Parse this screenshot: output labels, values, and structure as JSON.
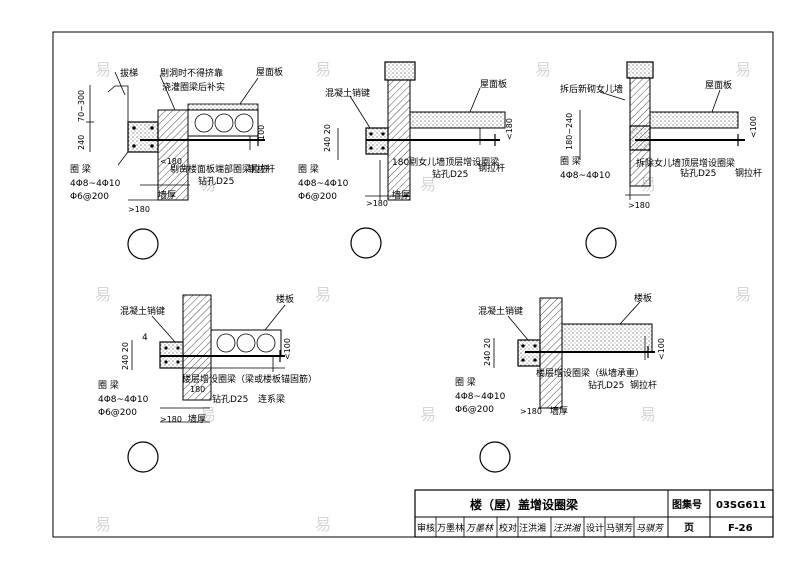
{
  "watermark": "易",
  "details": {
    "d1": {
      "top_steel": "拔梯",
      "note1": "剔洞时不得挤靠",
      "note2": "浇灌圈梁后补实",
      "slab": "屋面板",
      "dim_h": "70~300",
      "dim_240": "240",
      "dim_100": "100",
      "dim_180": ">180",
      "ring_beam": "圈  梁",
      "bars": "4Φ8~4Φ10",
      "stirrups": "Φ6@200",
      "hole_dim": "<180",
      "note3": "剔凿楼面板端部圈梁拉杆",
      "bolt": "钻孔D25",
      "tie": "钢拉杆",
      "wall_dim": ">180",
      "wall": "墙厚"
    },
    "d2": {
      "parapet_top": "混凝土销键",
      "slab": "屋面板",
      "dim_240": "240  20",
      "dim_100": "<180",
      "note": "180剔女儿墙顶层增设圈梁",
      "bolt": "钻孔D25",
      "tie": "钢拉杆",
      "ring_beam": "圈  梁",
      "bars": "4Φ8~4Φ10",
      "stirrups": "Φ6@200",
      "dim_180": ">180",
      "wall": "墙厚"
    },
    "d3": {
      "parapet": "拆后新砌女儿墙",
      "slab": "屋面板",
      "dim_240": "180~240",
      "dim_100": "<100",
      "ring_beam": "圈  梁",
      "bars": "4Φ8~4Φ10",
      "note": "拆除女儿墙顶层增设圈梁",
      "bolt": "钻孔D25",
      "tie": "钢拉杆",
      "dim_180": ">180"
    },
    "d4": {
      "key": "混凝土销键",
      "slab": "楼板",
      "dim_4": "4",
      "dim_240": "240  20",
      "dim_100": "<100",
      "ring_beam": "圈  梁",
      "bars": "4Φ8~4Φ10",
      "stirrups": "Φ6@200",
      "note": "楼层增设圈梁（梁或楼板锚固筋）",
      "hole": "180",
      "bolt": "钻孔D25",
      "beam": "连系梁",
      "dim_180": ">180",
      "wall": "墙厚"
    },
    "d5": {
      "key": "混凝土销键",
      "slab": "楼板",
      "dim_240": "240  20",
      "dim_100": "<100",
      "ring_beam": "圈  梁",
      "bars": "4Φ8~4Φ10",
      "stirrups": "Φ6@200",
      "note": "楼层增设圈梁（纵墙承重）",
      "bolt": "钻孔D25",
      "tie": "钢拉杆",
      "dim_180": ">180",
      "wall": "墙厚"
    }
  },
  "title_block": {
    "title": "楼（屋）盖增设圈梁",
    "atlas_label": "图集号",
    "atlas_no": "03SG611",
    "review_label": "审核",
    "review_name": "万墨林",
    "review_sig": "万墨林",
    "check_label": "校对",
    "check_name": "汪洪湘",
    "check_sig": "汪洪湘",
    "design_label": "设计",
    "design_name": "马骐芳",
    "design_sig": "马骐芳",
    "page_label": "页",
    "page_no": "F-26"
  }
}
